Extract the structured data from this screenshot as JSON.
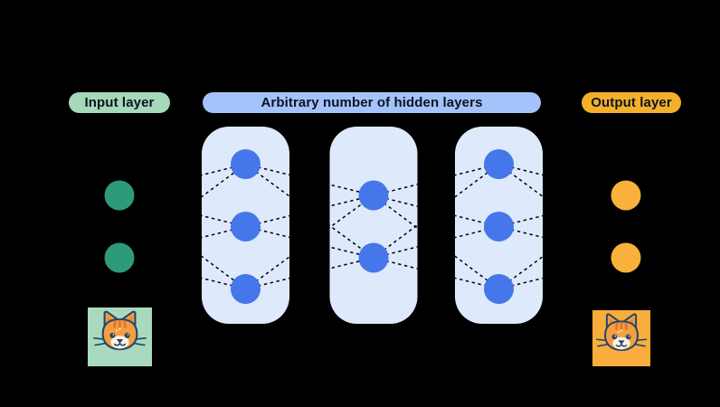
{
  "labels": {
    "input": "Input layer",
    "hidden": "Arbitrary number of hidden layers",
    "output": "Output layer"
  },
  "colors": {
    "background": "#000000",
    "input_pill_bg": "#a6d8ba",
    "hidden_pill_bg": "#a4c3fa",
    "output_pill_bg": "#f5b02b",
    "pill_text": "#0c1420",
    "hidden_box_bg": "#dfe9fc",
    "input_node": "#2d9a7c",
    "hidden_node": "#4577ea",
    "output_node": "#f9b13b",
    "connection_line": "#000000",
    "cat_bg_left": "#a9dabd",
    "cat_bg_right": "#f9ad3c",
    "cat_fur": "#f59e40",
    "cat_fur_dark": "#e2762f",
    "cat_outline": "#23476b",
    "cat_muzzle": "#fbf2e2"
  },
  "network": {
    "connections": "fully-connected-adjacent",
    "line_style": "dashed",
    "layers": [
      {
        "name": "input",
        "node_count": 2,
        "node_color_key": "input_node",
        "box": false
      },
      {
        "name": "hidden-1",
        "node_count": 3,
        "node_color_key": "hidden_node",
        "box": true
      },
      {
        "name": "hidden-2",
        "node_count": 2,
        "node_color_key": "hidden_node",
        "box": true
      },
      {
        "name": "hidden-3",
        "node_count": 3,
        "node_color_key": "hidden_node",
        "box": true
      },
      {
        "name": "output",
        "node_count": 2,
        "node_color_key": "output_node",
        "box": false
      }
    ]
  },
  "images": {
    "left": "cat-illustration",
    "right": "cat-illustration"
  }
}
